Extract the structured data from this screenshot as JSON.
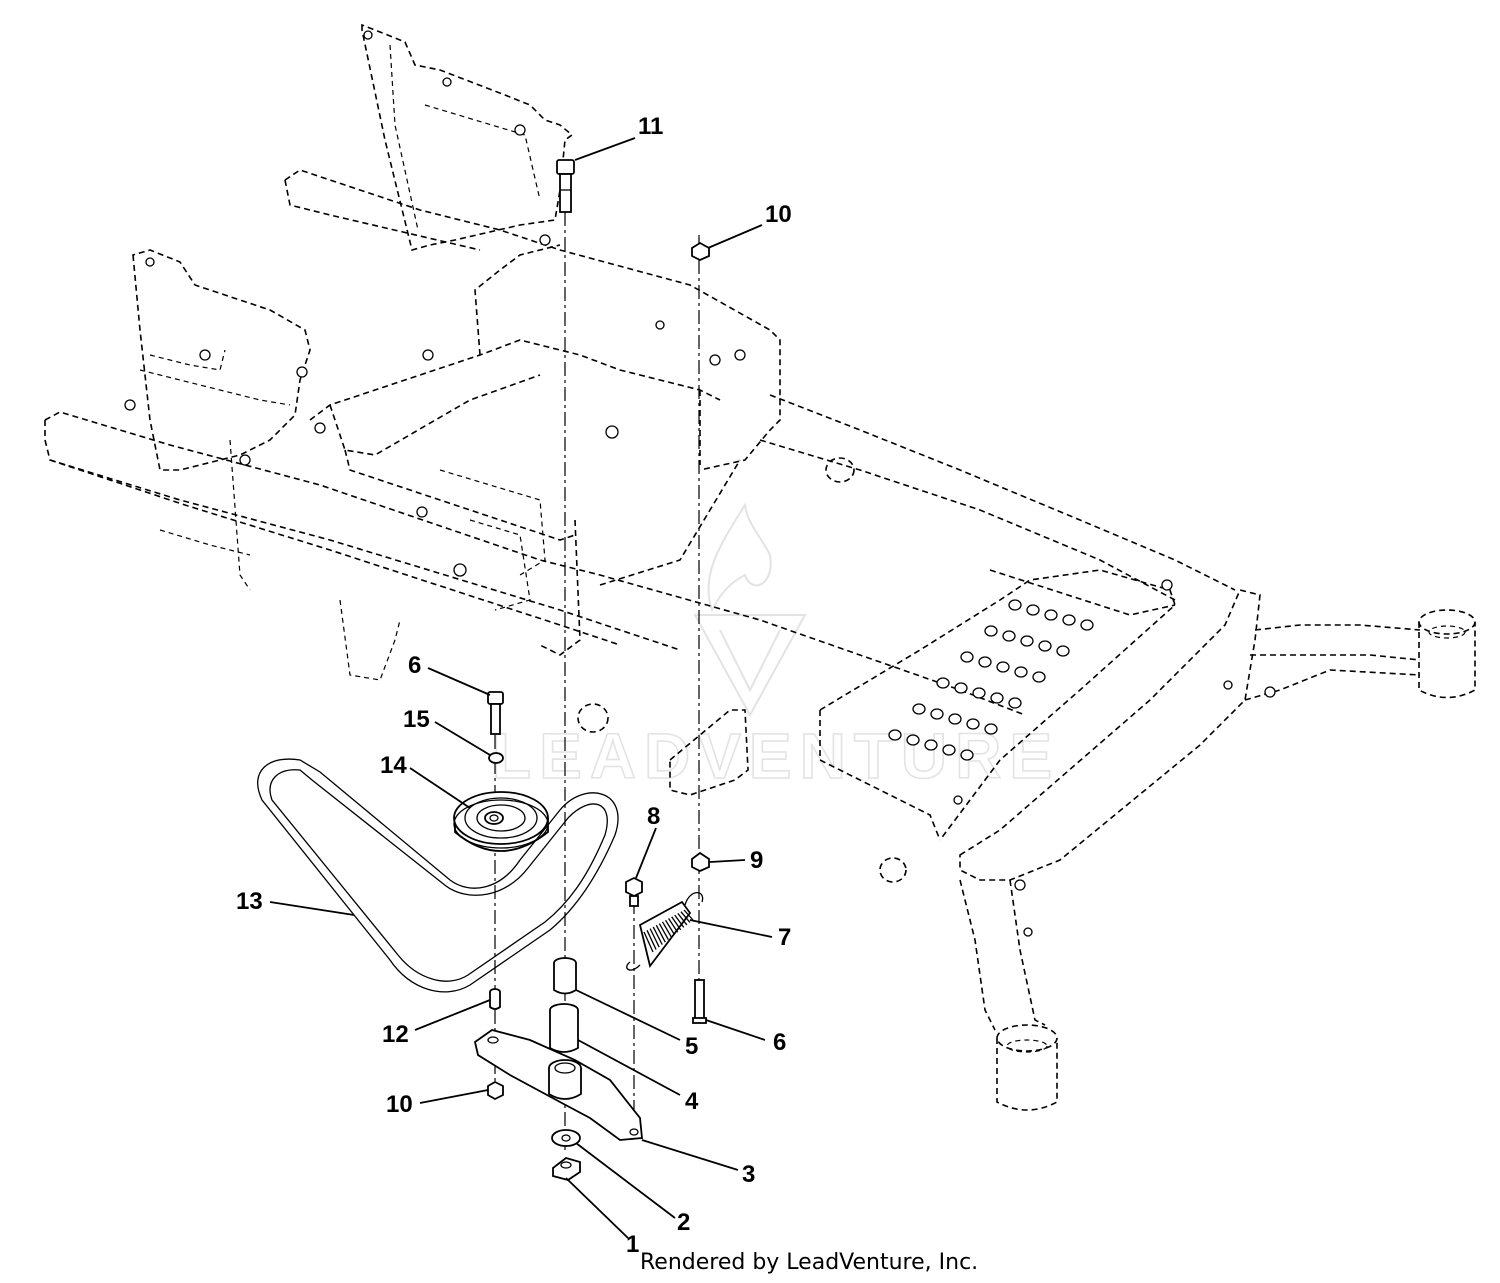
{
  "credit": "Rendered by LeadVenture, Inc.",
  "watermark": {
    "text": "LEADVENTURE"
  },
  "callouts": [
    {
      "id": "c11",
      "label": "11"
    },
    {
      "id": "c10-top",
      "label": "10"
    },
    {
      "id": "c6-upper",
      "label": "6"
    },
    {
      "id": "c15",
      "label": "15"
    },
    {
      "id": "c14",
      "label": "14"
    },
    {
      "id": "c8",
      "label": "8"
    },
    {
      "id": "c9",
      "label": "9"
    },
    {
      "id": "c13",
      "label": "13"
    },
    {
      "id": "c7",
      "label": "7"
    },
    {
      "id": "c12",
      "label": "12"
    },
    {
      "id": "c5",
      "label": "5"
    },
    {
      "id": "c6-lower",
      "label": "6"
    },
    {
      "id": "c4",
      "label": "4"
    },
    {
      "id": "c10-bottom",
      "label": "10"
    },
    {
      "id": "c3",
      "label": "3"
    },
    {
      "id": "c2",
      "label": "2"
    },
    {
      "id": "c1",
      "label": "1"
    }
  ]
}
